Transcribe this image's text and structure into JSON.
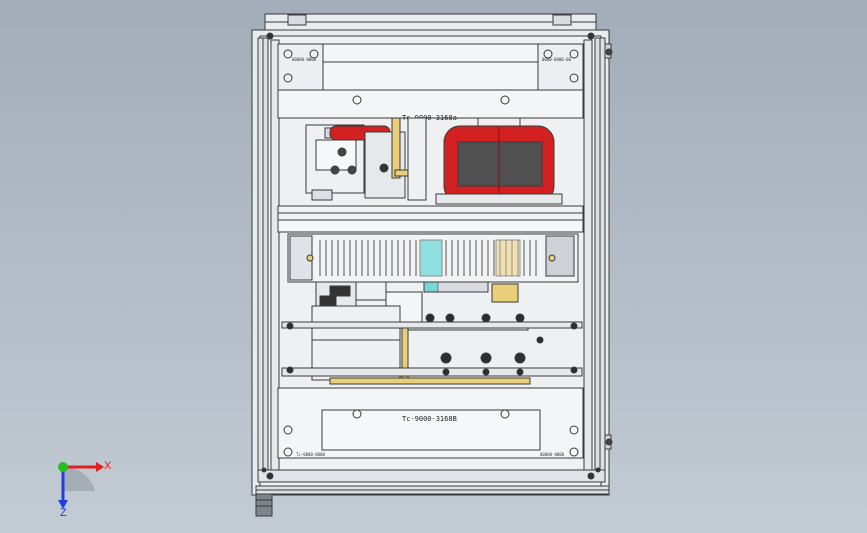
{
  "viewport": {
    "background_top": "#a3adb9",
    "background_bottom": "#c3cbd4"
  },
  "labels": {
    "top_part_number": "Tc-9000-3168a",
    "bottom_part_number": "Tc-9000-3168B",
    "small_tag_top_left": "00000-0000",
    "small_tag_top_right": "0000-0000-00",
    "small_tag_bottom_left": "Tc-0000-0000",
    "small_tag_bottom_right": "00000-0000"
  },
  "triad": {
    "x_label": "X",
    "z_label": "Z",
    "x_color": "#e02020",
    "y_color": "#20c020",
    "z_color": "#2040e0"
  },
  "colors": {
    "frame": "#e9ecef",
    "panel": "#f4f5f7",
    "outline": "#3a3a3a",
    "transformer_red": "#d32020",
    "transformer_core": "#505050",
    "busbar_yellow": "#e9cf7a",
    "accent_cyan": "#3fd0d0"
  }
}
